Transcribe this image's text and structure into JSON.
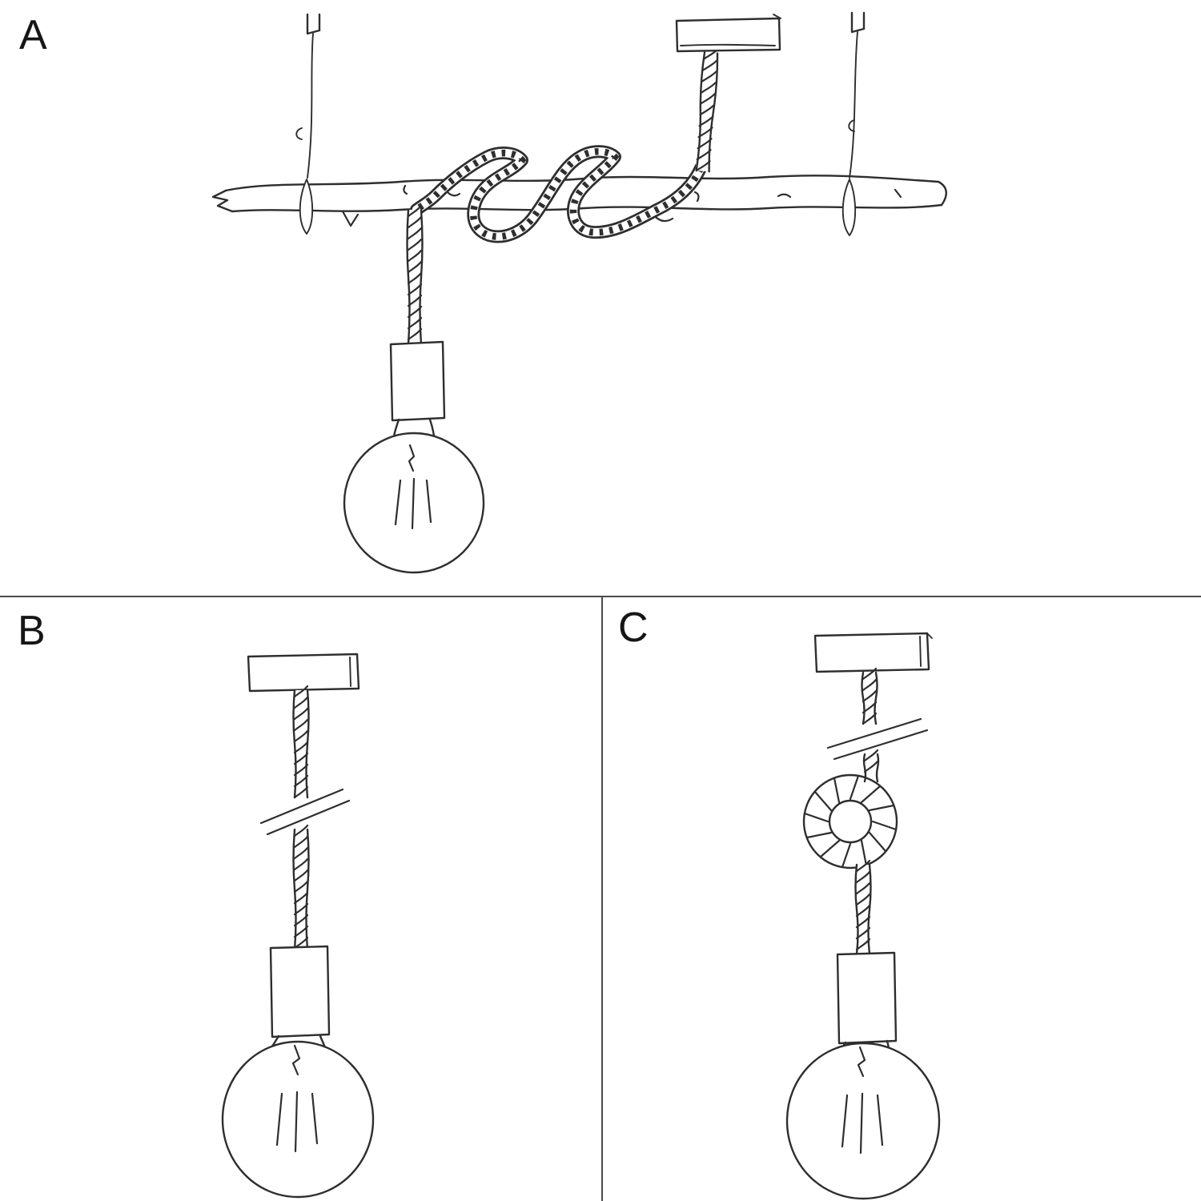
{
  "colors": {
    "background": "#ffffff",
    "ink": "#2e2e2e",
    "divider": "#4a4a4a"
  },
  "panels": {
    "a": {
      "label": "A",
      "parts": [
        "ceiling-hook-left",
        "suspension-wire-left",
        "ceiling-canopy",
        "rope-drop",
        "ceiling-hook-right",
        "suspension-wire-right",
        "wood-branch",
        "wrapped-rope",
        "pendant-rope",
        "lamp-socket",
        "globe-bulb"
      ]
    },
    "b": {
      "label": "B",
      "parts": [
        "ceiling-canopy",
        "twisted-rope",
        "length-break-marks",
        "lamp-socket",
        "globe-bulb"
      ]
    },
    "c": {
      "label": "C",
      "parts": [
        "ceiling-canopy",
        "twisted-rope",
        "length-break-marks",
        "rope-knot",
        "lamp-socket",
        "globe-bulb"
      ]
    }
  }
}
